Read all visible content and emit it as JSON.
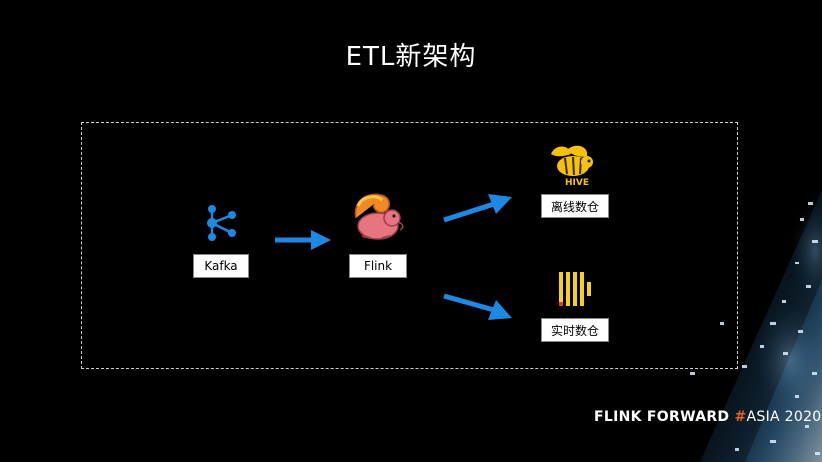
{
  "slide": {
    "title": "ETL新架构"
  },
  "nodes": {
    "kafka": {
      "label": "Kafka"
    },
    "flink": {
      "label": "Flink"
    },
    "offline_warehouse": {
      "label": "离线数仓"
    },
    "realtime_warehouse": {
      "label": "实时数仓"
    }
  },
  "icons": {
    "kafka": "kafka-logo-icon",
    "flink": "flink-squirrel-logo-icon",
    "hive": "hive-bee-logo-icon",
    "clickhouse": "clickhouse-bars-logo-icon"
  },
  "branding": {
    "part1": "FLINK FORWARD",
    "hash": "#",
    "part2": "ASIA 2020"
  },
  "colors": {
    "background": "#000000",
    "arrow": "#1e88e5",
    "kafka_icon": "#1e88e5",
    "hive_yellow": "#f4c20d",
    "clickhouse_yellow": "#f7d117",
    "clickhouse_red": "#e53935",
    "brand_hash": "#e8622b"
  }
}
